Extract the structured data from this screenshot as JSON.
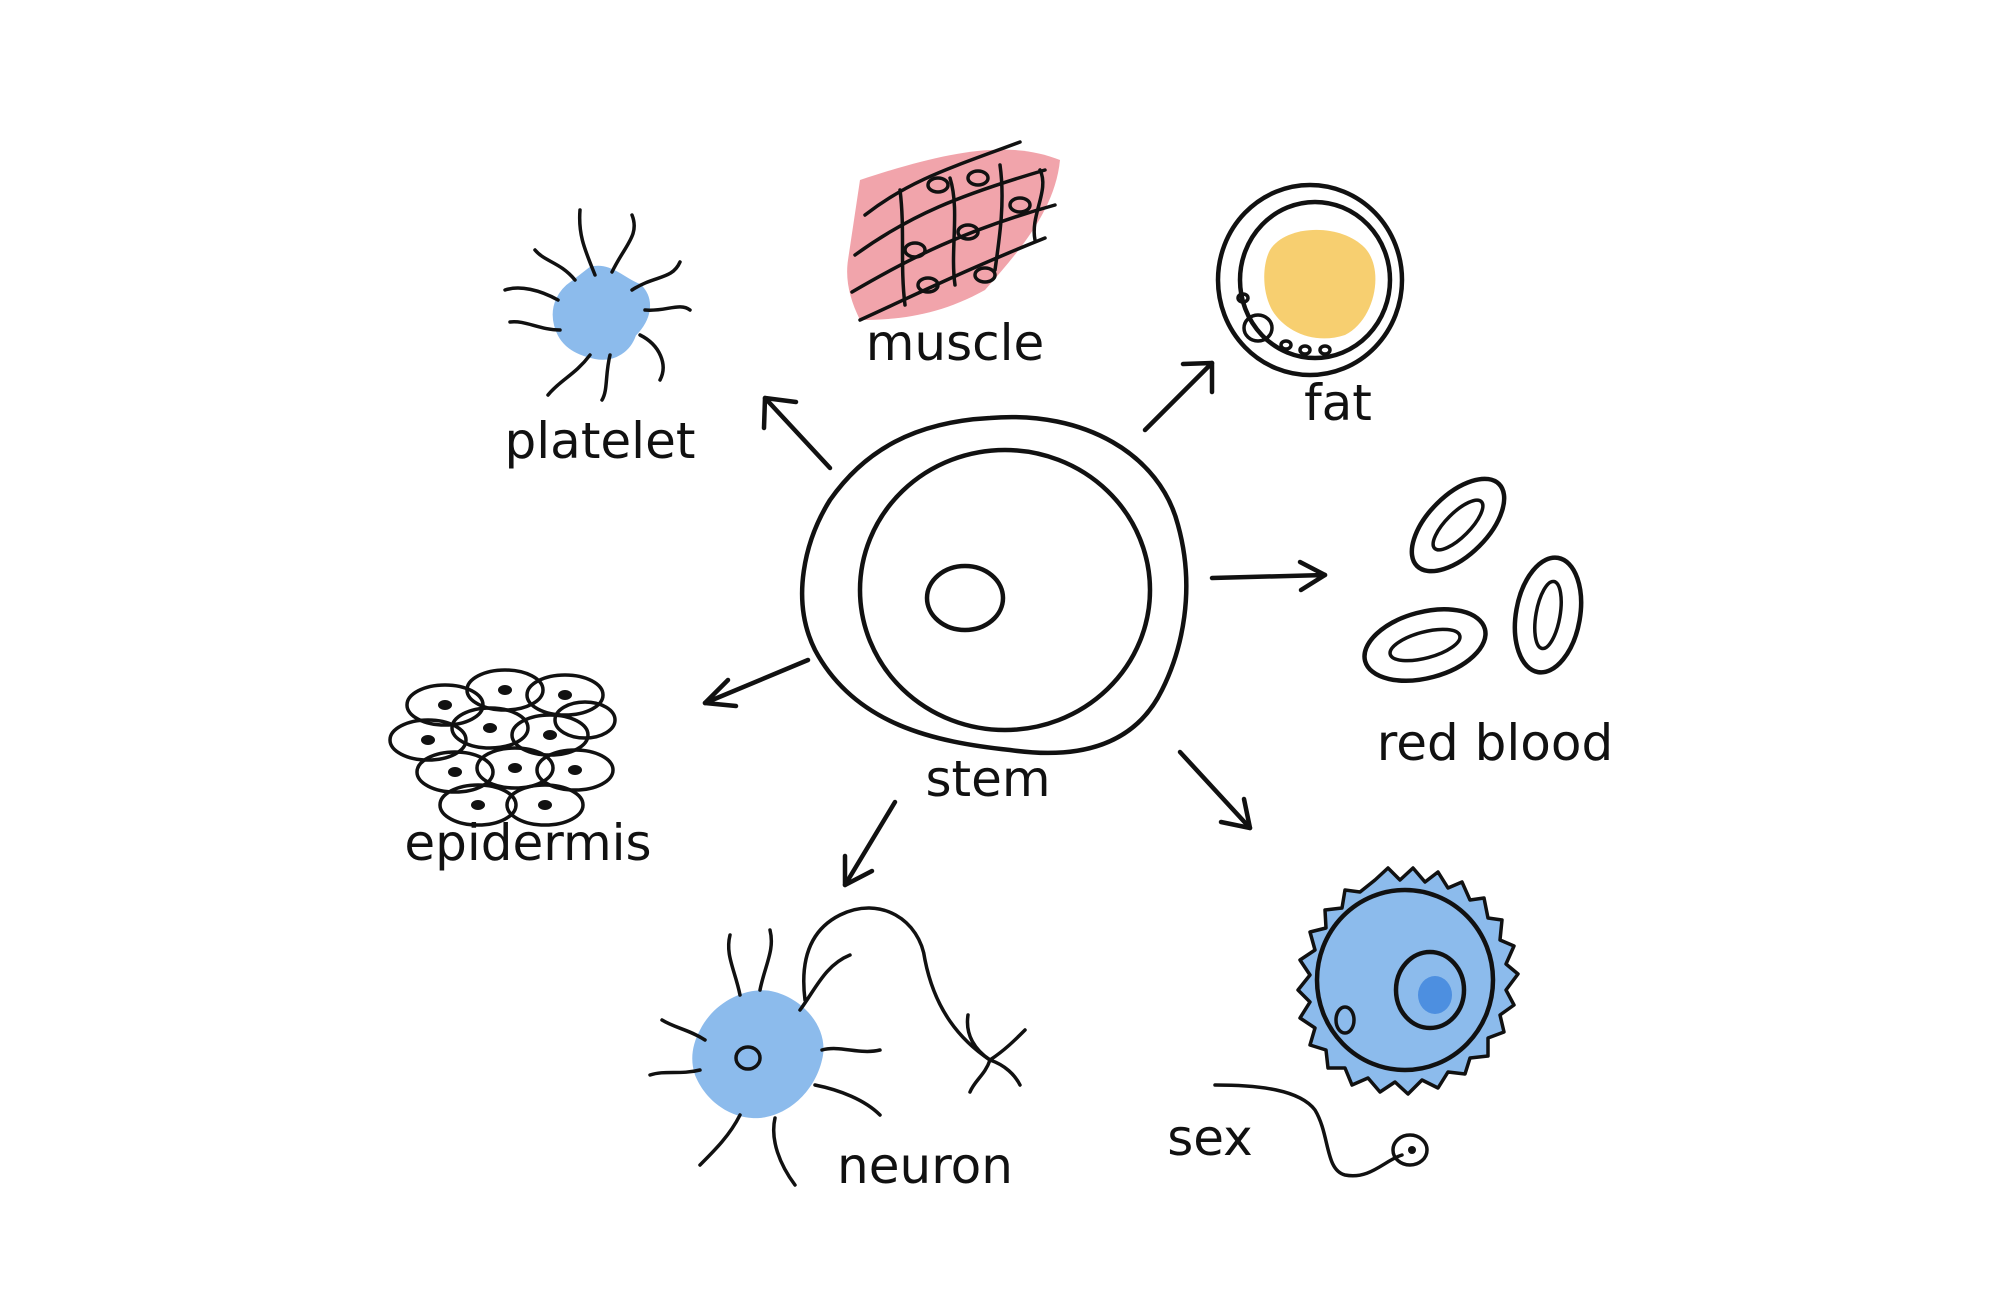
{
  "diagram": {
    "center_label": "stem",
    "labels": {
      "platelet": "platelet",
      "muscle": "muscle",
      "fat": "fat",
      "red_blood": "red blood",
      "epidermis": "epidermis",
      "neuron": "neuron",
      "sex": "sex"
    }
  },
  "colors": {
    "stem_outer": "#f7c96b",
    "stem_inner": "#f49a9a",
    "stem_nucleus": "#ea4d55",
    "blue": "#8cbbec",
    "red": "#ea4d55",
    "pink": "#f1a4ab",
    "yellow": "#f7cf70"
  }
}
